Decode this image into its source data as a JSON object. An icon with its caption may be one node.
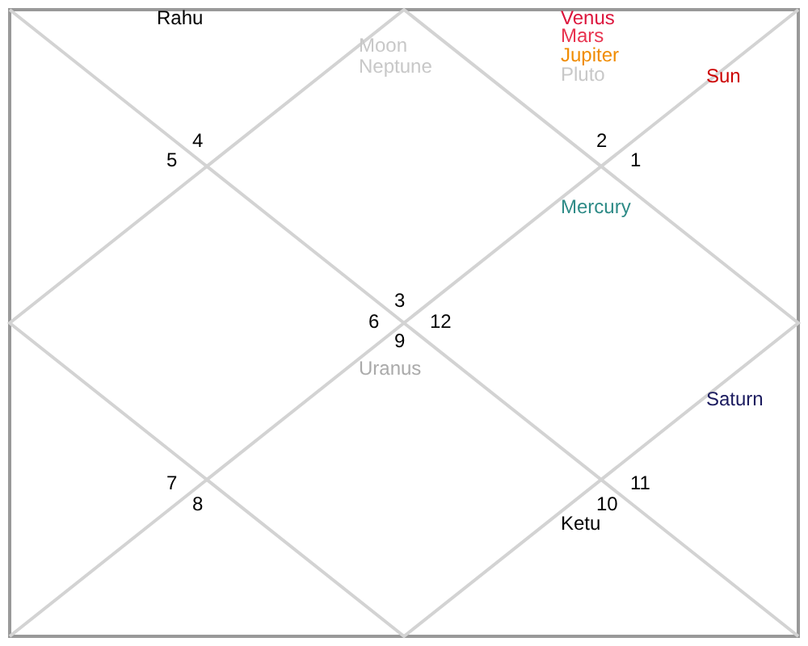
{
  "diagram": {
    "labels": [
      "Rahu",
      "Moon",
      "Neptune",
      "Venus",
      "Mars",
      "Jupiter",
      "Pluto",
      "Sun",
      "4",
      "5",
      "2",
      "1",
      "Mercury",
      "3",
      "6",
      "12",
      "9",
      "Uranus",
      "Saturn",
      "7",
      "8",
      "11",
      "10",
      "Ketu"
    ]
  }
}
